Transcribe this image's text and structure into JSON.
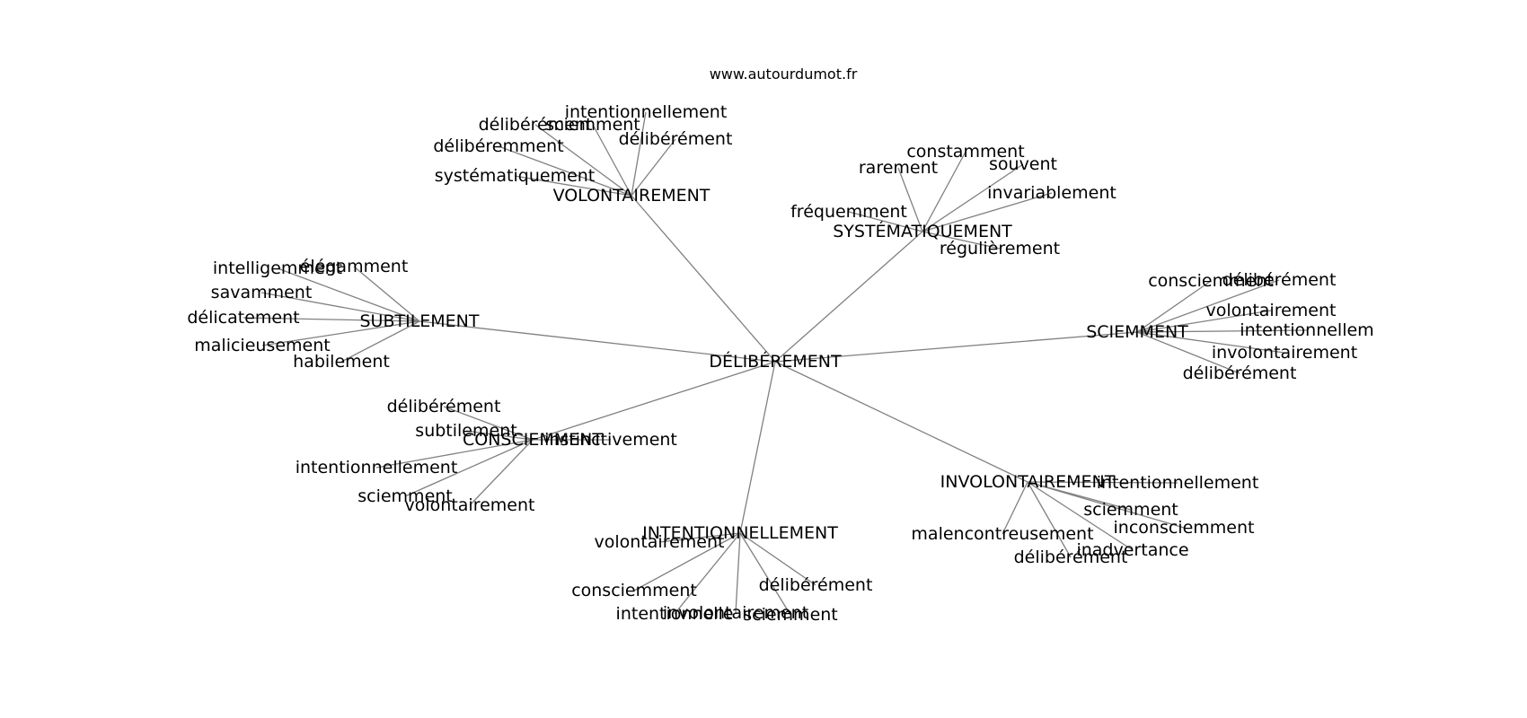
{
  "site_label": "www.autourdumot.fr",
  "center": "DÉLIBÉREMENT",
  "clusters": [
    {
      "hub": "VOLONTAIREMENT",
      "leaves": [
        "intentionnellement",
        "délibérément",
        "sciemment",
        "délibéremment",
        "délibérément",
        "systématiquement"
      ]
    },
    {
      "hub": "SYSTÉMATIQUEMENT",
      "leaves": [
        "constamment",
        "rarement",
        "souvent",
        "invariablement",
        "fréquemment",
        "régulièrement"
      ]
    },
    {
      "hub": "SUBTILEMENT",
      "leaves": [
        "intelligemment",
        "élégamment",
        "savamment",
        "délicatement",
        "malicieusement",
        "habilement"
      ]
    },
    {
      "hub": "SCIEMMENT",
      "leaves": [
        "consciemment",
        "délibérément",
        "volontairement",
        "intentionnellem",
        "involontairement",
        "délibérément"
      ]
    },
    {
      "hub": "CONSCIEMMENT",
      "leaves": [
        "délibérément",
        "subtilement",
        "instinctivement",
        "intentionnellement",
        "sciemment",
        "volontairement"
      ]
    },
    {
      "hub": "INTENTIONNELLEMENT",
      "leaves": [
        "volontairement",
        "consciemment",
        "intentionnelle",
        "involontairement",
        "sciemment",
        "délibérément"
      ]
    },
    {
      "hub": "INVOLONTAIREMENT",
      "leaves": [
        "intentionnellement",
        "sciemment",
        "inconsciemment",
        "malencontreusement",
        "délibérément",
        "inadvertance"
      ]
    }
  ]
}
